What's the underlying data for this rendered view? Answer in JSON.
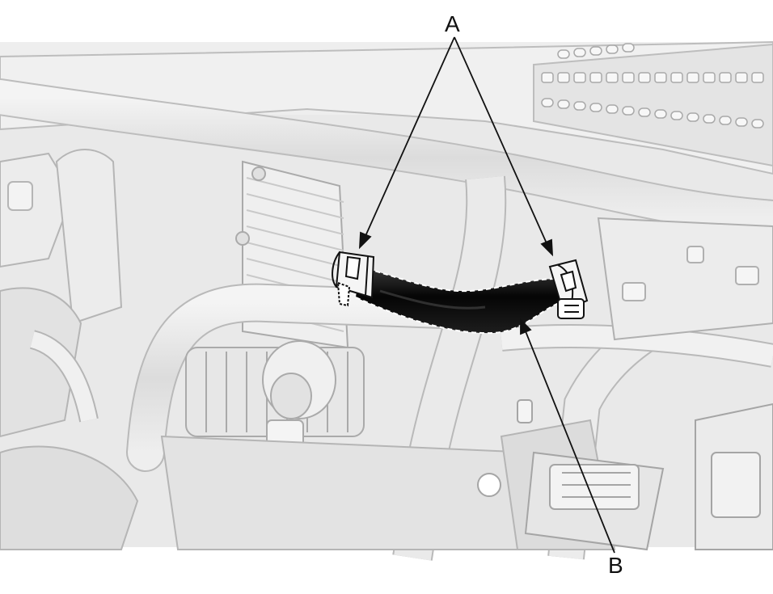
{
  "callouts": {
    "a": "A",
    "b": "B"
  },
  "parts": {
    "a": "hose-clamp",
    "b": "coolant-hose"
  },
  "colors": {
    "background": "#ffffff",
    "illustration_gray": "#e6e6e6",
    "line_gray": "#bdbdbd",
    "highlight_hose": "#111111",
    "callout_line": "#111111"
  }
}
